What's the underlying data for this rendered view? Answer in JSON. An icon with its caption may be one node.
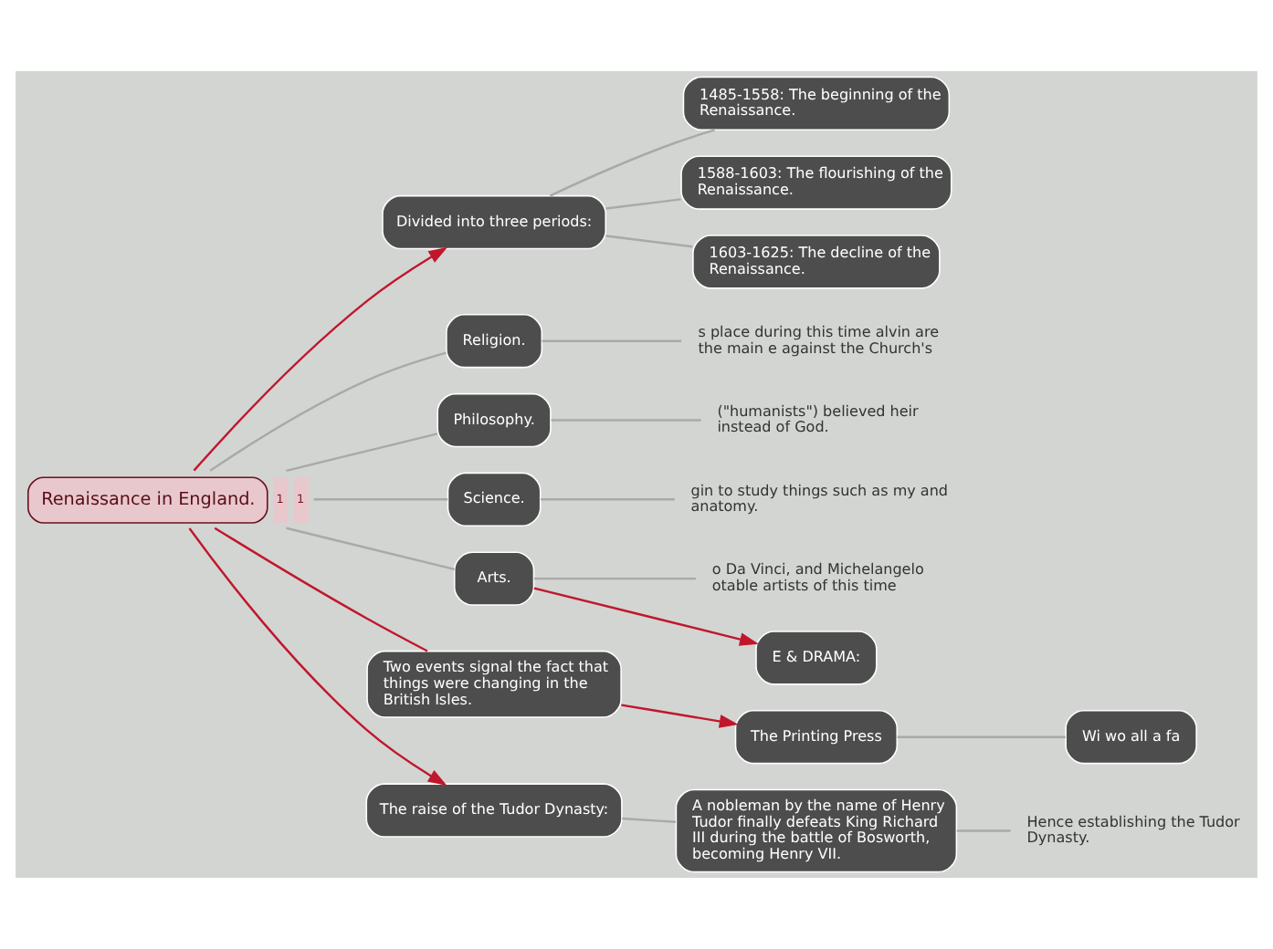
{
  "diagram": {
    "nodes": [
      {
        "text": [
          "Renaissance in England."
        ],
        "beside": [
          "1",
          "1"
        ]
      },
      {
        "text": [
          "Divided into three periods:"
        ]
      },
      {
        "text": [
          "1485-1558: The beginning of the Renaissance."
        ]
      },
      {
        "text": [
          "1588-1603: The flourishing of the Renaissance."
        ]
      },
      {
        "text": [
          "1603-1625: The decline of the Renaissance."
        ]
      },
      {
        "text": [
          "Religion."
        ]
      },
      {
        "text": [
          "s place during this time alvin are the main e against the Church's"
        ]
      },
      {
        "text": [
          "Philosophy."
        ]
      },
      {
        "text": [
          "(\"humanists\") believed heir instead of God."
        ]
      },
      {
        "text": [
          "Science."
        ]
      },
      {
        "text": [
          "gin to study things such as my and anatomy."
        ]
      },
      {
        "text": [
          "Arts."
        ]
      },
      {
        "text": [
          "o Da Vinci, and Michelangelo otable artists of this time"
        ]
      },
      {
        "text": [
          "E & DRAMA:"
        ]
      },
      {
        "text": [
          "Two events signal the fact that things were changing in the British Isles."
        ]
      },
      {
        "text": [
          "The raise of the Tudor Dynasty:"
        ]
      },
      {
        "text": [
          "A nobleman by the name of Henry Tudor finally defeats King Richard III during the battle of Bosworth, becoming Henry VII."
        ]
      },
      {
        "text": [
          "Hence establishing the Tudor Dynasty."
        ]
      },
      {
        "text": [
          "The Printing Press"
        ]
      },
      {
        "text": [
          "Wi wo all a fa"
        ]
      }
    ],
    "edges": [
      {
        "from": 0,
        "to": 1,
        "arrow": "to",
        "color": "#c0172d"
      },
      {
        "from": 1,
        "to": 2,
        "arrow": "none"
      },
      {
        "from": 1,
        "to": 3,
        "arrow": "none"
      },
      {
        "from": 1,
        "to": 4,
        "arrow": "none"
      },
      {
        "from": 0,
        "to": 5,
        "arrow": "none"
      },
      {
        "from": 5,
        "to": 6,
        "arrow": "none"
      },
      {
        "from": 0,
        "to": 7,
        "arrow": "none"
      },
      {
        "from": 7,
        "to": 8,
        "arrow": "none"
      },
      {
        "from": 0,
        "to": 9,
        "arrow": "none"
      },
      {
        "from": 9,
        "to": 10,
        "arrow": "none"
      },
      {
        "from": 0,
        "to": 11,
        "arrow": "none"
      },
      {
        "from": 11,
        "to": 12,
        "arrow": "none"
      },
      {
        "from": 11,
        "to": 13,
        "arrow": "to",
        "color": "#c0172d"
      },
      {
        "from": 0,
        "to": 14,
        "arrow": "none",
        "color": "#c0172d"
      },
      {
        "from": 0,
        "to": 15,
        "arrow": "to",
        "color": "#c0172d"
      },
      {
        "from": 14,
        "to": 18,
        "arrow": "to",
        "color": "#c0172d"
      },
      {
        "from": 15,
        "to": 16,
        "arrow": "none"
      },
      {
        "from": 16,
        "to": 17,
        "arrow": "none"
      },
      {
        "from": 18,
        "to": 19,
        "arrow": "none"
      }
    ]
  }
}
